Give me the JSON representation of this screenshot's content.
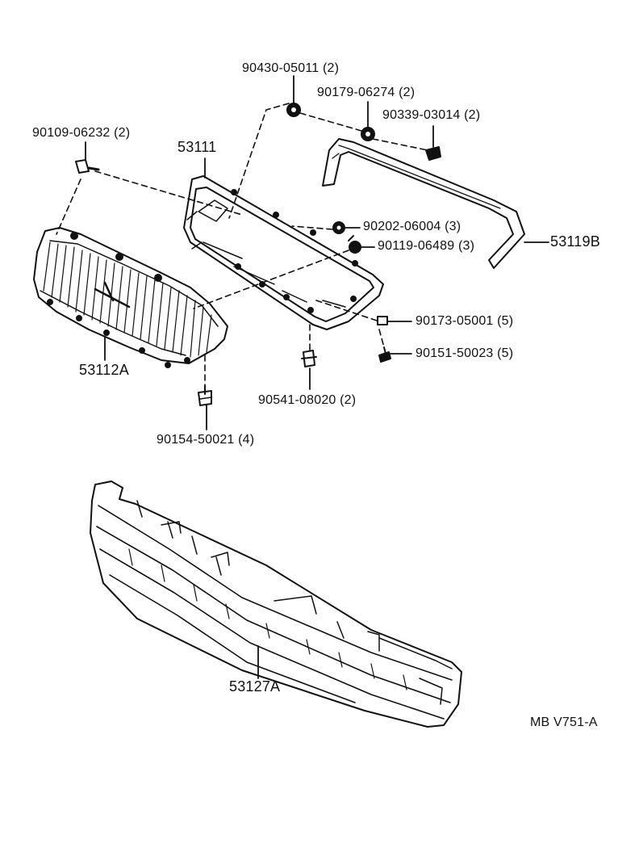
{
  "parts": {
    "p90430": "90430-05011 (2)",
    "p90179": "90179-06274 (2)",
    "p90339": "90339-03014 (2)",
    "p90109": "90109-06232 (2)",
    "p53111": "53111",
    "p90202": "90202-06004 (3)",
    "p90119": "90119-06489 (3)",
    "p53119b": "53119B",
    "p90173": "90173-05001 (5)",
    "p90151": "90151-50023 (5)",
    "p53112a": "53112A",
    "p90541": "90541-08020 (2)",
    "p90154": "90154-50021 (4)",
    "p53127a": "53127A"
  },
  "figure_code": "MB V751-A"
}
